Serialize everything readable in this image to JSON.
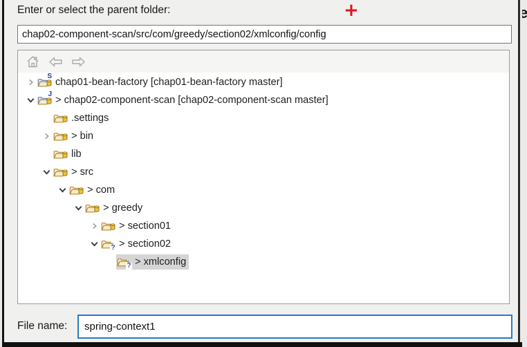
{
  "dialog": {
    "parent_folder_label": "Enter or select the parent folder:",
    "parent_folder_value": "chap02-component-scan/src/com/greedy/section02/xmlconfig/config",
    "file_name_label": "File name:",
    "file_name_value": "spring-context1"
  },
  "cursor": {
    "symbol": "+",
    "color": "#e01322"
  },
  "toolbar": {
    "icons": [
      {
        "name": "home-icon"
      },
      {
        "name": "back-arrow-icon"
      },
      {
        "name": "forward-arrow-icon"
      }
    ]
  },
  "tree": {
    "rows": [
      {
        "level": 0,
        "chevron": "collapsed",
        "icon": "project",
        "badge_top": "S",
        "badge_bottom": "cylinder",
        "label": "chap01-bean-factory [chap01-bean-factory master]",
        "selected": false
      },
      {
        "level": 0,
        "chevron": "expanded",
        "icon": "project",
        "badge_top": "J",
        "badge_bottom": "cylinder",
        "label": "> chap02-component-scan [chap02-component-scan master]",
        "selected": false
      },
      {
        "level": 1,
        "chevron": "none",
        "icon": "folder",
        "badge_top": null,
        "badge_bottom": "cylinder",
        "label": ".settings",
        "selected": false
      },
      {
        "level": 1,
        "chevron": "collapsed",
        "icon": "folder",
        "badge_top": null,
        "badge_bottom": "cylinder",
        "label": "> bin",
        "selected": false
      },
      {
        "level": 1,
        "chevron": "none",
        "icon": "folder",
        "badge_top": null,
        "badge_bottom": "cylinder",
        "label": "lib",
        "selected": false
      },
      {
        "level": 1,
        "chevron": "expanded",
        "icon": "folder",
        "badge_top": null,
        "badge_bottom": "cylinder",
        "label": "> src",
        "selected": false
      },
      {
        "level": 2,
        "chevron": "expanded",
        "icon": "folder",
        "badge_top": null,
        "badge_bottom": "cylinder",
        "label": "> com",
        "selected": false
      },
      {
        "level": 3,
        "chevron": "expanded",
        "icon": "folder",
        "badge_top": null,
        "badge_bottom": "cylinder",
        "label": "> greedy",
        "selected": false
      },
      {
        "level": 4,
        "chevron": "collapsed",
        "icon": "folder",
        "badge_top": null,
        "badge_bottom": "cylinder",
        "label": "> section01",
        "selected": false
      },
      {
        "level": 4,
        "chevron": "expanded",
        "icon": "folder",
        "badge_top": null,
        "badge_bottom": "question",
        "question_char": "?",
        "label": "> section02",
        "selected": false
      },
      {
        "level": 5,
        "chevron": "none",
        "icon": "folder",
        "badge_top": null,
        "badge_bottom": "question",
        "question_char": "?",
        "label": "> xmlconfig",
        "selected": true
      }
    ]
  },
  "background_window": {
    "partial_text": "e"
  },
  "colors": {
    "selection": "#d5d5d5",
    "file_input_border": "#2b79c2",
    "folder_stroke": "#b8862b",
    "folder_fill": "#f7edc8",
    "badge_blue": "#1d3a96"
  }
}
